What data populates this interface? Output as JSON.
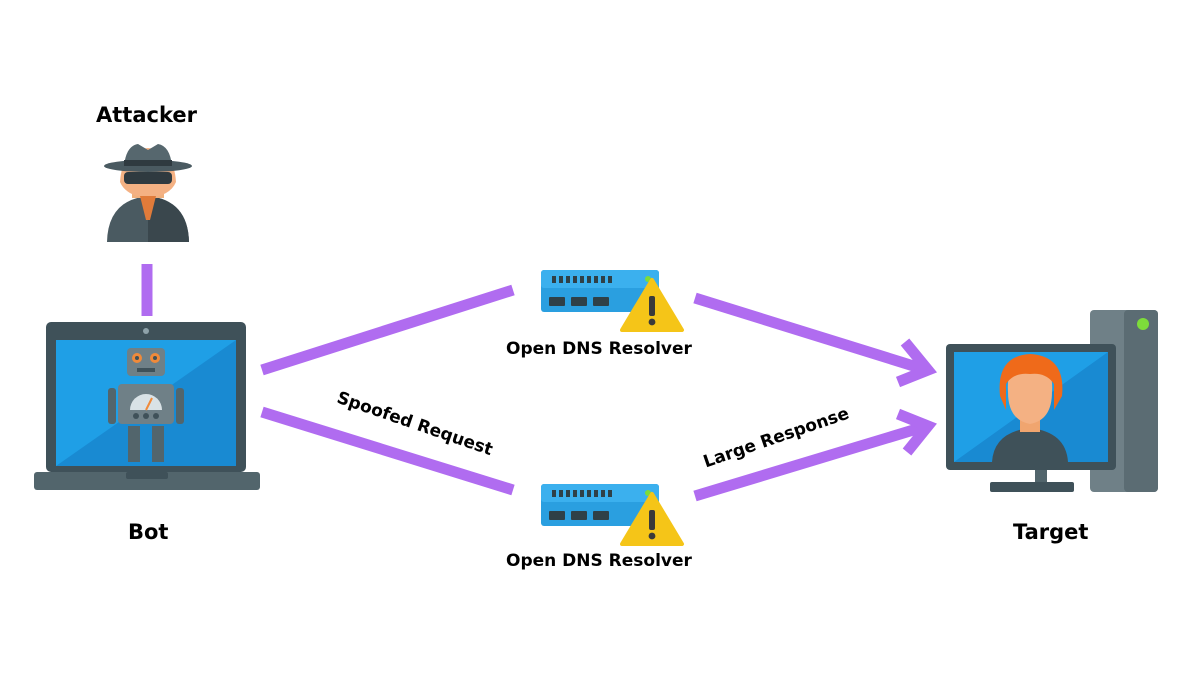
{
  "nodes": {
    "attacker": {
      "label": "Attacker",
      "icon": "hacker-icon"
    },
    "bot": {
      "label": "Bot",
      "icon": "robot-laptop-icon"
    },
    "resolver_top": {
      "label": "Open DNS Resolver",
      "icon": "server-warning-icon"
    },
    "resolver_bottom": {
      "label": "Open DNS Resolver",
      "icon": "server-warning-icon"
    },
    "target": {
      "label": "Target",
      "icon": "victim-computer-icon"
    }
  },
  "edges": {
    "spoofed": {
      "label": "Spoofed Request"
    },
    "large": {
      "label": "Large Response"
    }
  },
  "colors": {
    "arrow": "#b06cf0",
    "screen": "#1f9fe6",
    "frame": "#3f5159",
    "server": "#2a9fe0",
    "warning": "#f5c518"
  }
}
